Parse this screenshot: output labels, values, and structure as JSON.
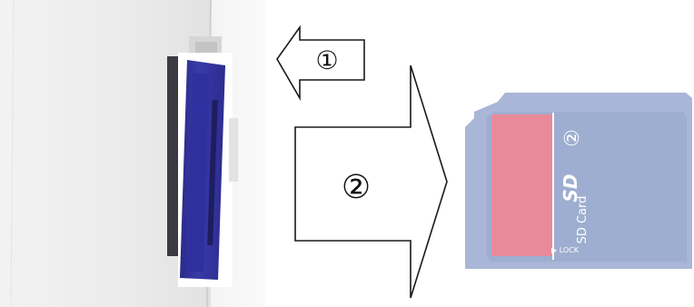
{
  "steps": [
    {
      "marker": "①",
      "direction": "left"
    },
    {
      "marker": "②",
      "direction": "right"
    }
  ],
  "sd_card": {
    "brand_mark": "SD",
    "card_label": "SD Card",
    "lock_label": "▶ LOCK",
    "capacity_mark": "②",
    "colors": {
      "body": "#9eaed0",
      "label_pink": "#e88a99",
      "frame": "#a9b6d8"
    }
  },
  "device": {
    "slot_card_color": "#34349a"
  }
}
